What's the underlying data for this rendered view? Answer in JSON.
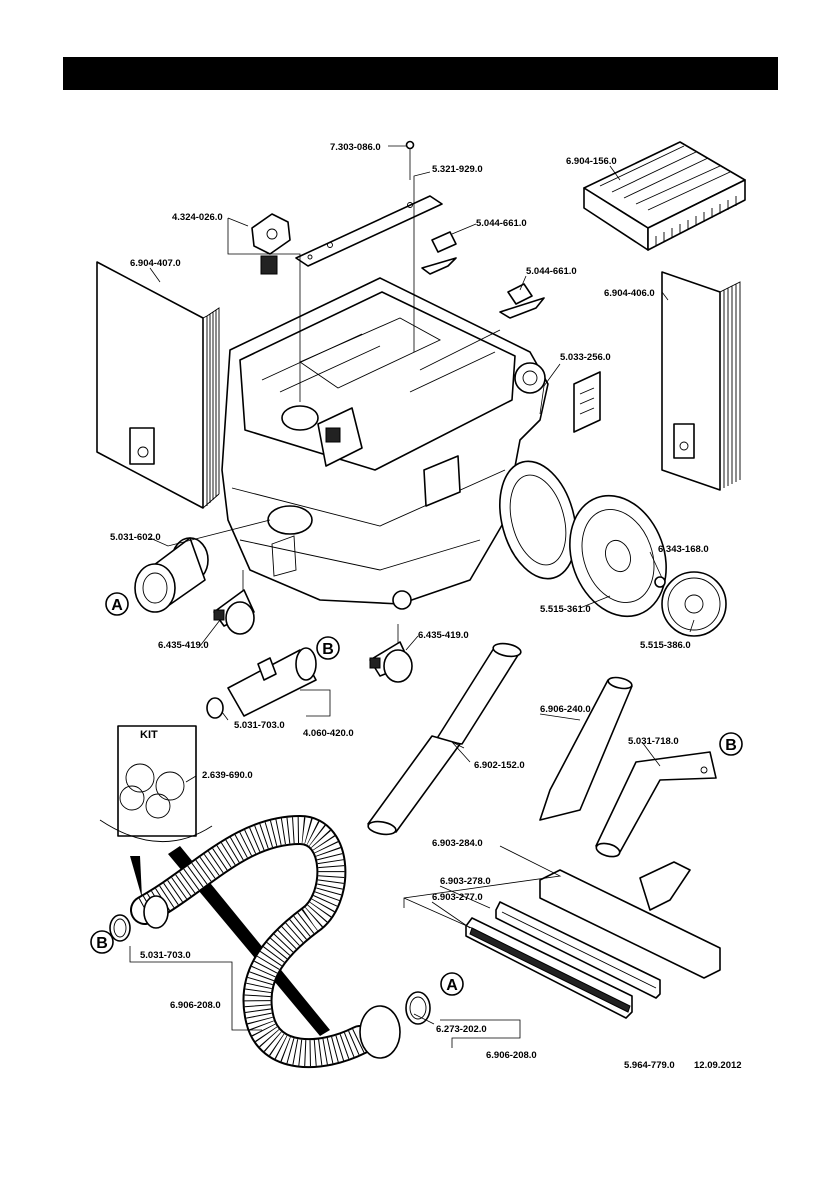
{
  "header": {
    "title": ""
  },
  "labels": {
    "screw": "7.303-086.0",
    "cover_plate": "5.321-929.0",
    "knob": "4.324-026.0",
    "clip_1": "5.044-661.0",
    "clip_2": "5.044-661.0",
    "bags_left": "6.904-407.0",
    "bags_right": "6.904-406.0",
    "filter": "6.904-156.0",
    "latch": "5.033-256.0",
    "inlet": "5.031-602.0",
    "castor_left": "6.435-419.0",
    "castor_right": "6.435-419.0",
    "wheel": "5.515-361.0",
    "washer": "6.343-168.0",
    "hubcap": "5.515-386.0",
    "adapter_ring": "5.031-703.0",
    "adapter_set": "4.060-420.0",
    "kit": "2.639-690.0",
    "tubes": "6.902-152.0",
    "crevice": "6.906-240.0",
    "elbow": "5.031-718.0",
    "floor_nozzle": "6.903-284.0",
    "brush_strip": "6.903-278.0",
    "rubber_strip": "6.903-277.0",
    "hose_ring": "5.031-703.0",
    "hose": "6.906-208.0",
    "hose_ring_a": "6.273-202.0",
    "hose_end": "6.906-208.0",
    "doc_number": "5.964-779.0",
    "doc_date": "12.09.2012"
  },
  "callouts": {
    "a_inlet": "A",
    "b_adapter": "B",
    "b_elbow": "B",
    "b_hose": "B",
    "a_hose": "A"
  },
  "kit_title": "KIT"
}
